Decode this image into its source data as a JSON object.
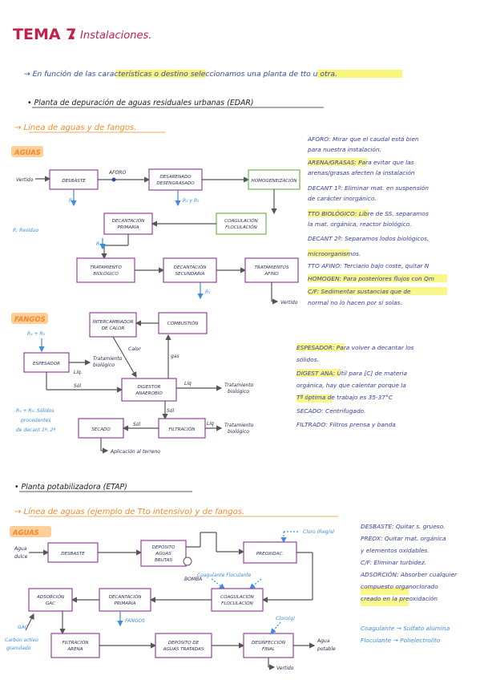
{
  "title": {
    "main": "TEMA 7",
    "colon": ":",
    "sub": "Instalaciones."
  },
  "intro": "→ En función de las características o destino seleccionamos una planta de tto u otra.",
  "section1": {
    "bullet": "• Planta de depuración de aguas residuales urbanas (EDAR)",
    "heading": "→ Línea de aguas y de fangos.",
    "aguas_tag": "AGUAS",
    "fangos_tag": "FANGOS",
    "aguas_boxes": {
      "desbaste": "DESBASTE",
      "desarenado": [
        "DESARENADO",
        "DESENGRASADO"
      ],
      "homogeneizacion": "HOMOGENEIZACIÓN",
      "decantacion_primaria": [
        "DECANTACIÓN",
        "PRIMARIA"
      ],
      "coagulacion": [
        "COAGULACIÓN",
        "FLOCULACIÓN"
      ],
      "tratamiento_biologico": [
        "TRATAMIENTO",
        "BIOLÓGICO"
      ],
      "decantacion_secundaria": [
        "DECANTACIÓN",
        "SECUNDARIA"
      ],
      "tratamientos_afino": [
        "TRATAMIENTOS",
        "AFINO"
      ]
    },
    "aguas_labels": {
      "vertido_in": "Vertido",
      "aforo": "AFORO",
      "r1": "R₁",
      "r2r3": "R₂ y R₃",
      "r4": "R₄",
      "r5": "R₅",
      "vertido_out": "Vertido",
      "legend": "R: Residuo"
    },
    "fangos_boxes": {
      "intercambiador": [
        "INTERCAMBIADOR",
        "DE CALOR"
      ],
      "combustion": "COMBUSTIÓN",
      "espesador": "ESPESADOR",
      "digestor": [
        "DIGESTOR",
        "ANAEROBIO"
      ],
      "secado": "SECADO",
      "filtracion": "FILTRACIÓN"
    },
    "fangos_labels": {
      "r4r5": "R₄ + R₅",
      "tratamiento_biologico": [
        "Tratamiento",
        "biológico"
      ],
      "liq1": "Líq.",
      "sol1": "Sól",
      "calor": "Calor",
      "gas": "gas",
      "liq2": "Líq",
      "tratamiento_biologico2": [
        "Tratamiento",
        "biológico"
      ],
      "sol2": "Sól",
      "liq3": "Líq",
      "tratamiento_biologico3": [
        "Tratamiento",
        "biológico"
      ],
      "aplicacion": "Aplicación al terreno",
      "solidos_note": [
        "R₄ + R₅: Sólidos",
        "procedentes",
        "de decant 1ª, 2ª"
      ]
    },
    "notes_aguas": [
      "AFORO: Mirar que el caudal está bien",
      "para nuestra instalación.",
      "ARENA/GRASAS: Para evitar que las",
      "arenas/grasas afecten la instalación",
      "DECANT 1ª: Eliminar mat. en suspensión",
      "de carácter inorgánico.",
      "TTO BIOLÓGICO: Libre de SS, separamos",
      "la mat. orgánica, reactor biológico.",
      "DECANT 2ª: Separamos lodos biológicos,",
      "microorganismos.",
      "TTO AFINO: Terciario bajo coste, quitar N",
      "HOMOGEN: Para posteriores flujos con Qm",
      "C/F: Sedimentar sustancias que de",
      "normal no lo hacen por sí solas."
    ],
    "notes_fangos": [
      "ESPESADOR: Para volver a decantar los",
      "sólidos.",
      "DIGEST ANA: Útil para [C] de materia",
      "orgánica, hay que calentar porque la",
      "Tª óptima de trabajo es 35-37°C",
      "SECADO: Centrifugado.",
      "FILTRADO: Filtros prensa y banda"
    ]
  },
  "section2": {
    "bullet": "• Planta potabilizadora (ETAP)",
    "heading": "→ Línea de aguas (ejemplo de Tto intensivo) y de fangos.",
    "aguas_tag": "AGUAS",
    "boxes": {
      "desbaste": "DESBASTE",
      "deposito_brutas": [
        "DEPÓSITO",
        "AGUAS",
        "BRUTAS"
      ],
      "preoxidac": "PREOXIDAC.",
      "adsorcion": [
        "ADSORCIÓN",
        "GAC"
      ],
      "decantacion_primaria": [
        "DECANTACIÓN",
        "PRIMARIA"
      ],
      "coagulacion": [
        "COAGULACIÓN",
        "FLOCULACIÓN"
      ],
      "filtracion": [
        "FILTRACIÓN",
        "ARENA"
      ],
      "deposito_tratadas": [
        "DEPÓSITO DE",
        "AGUAS TRATADAS"
      ],
      "desinfeccion": [
        "DESINFECCIÓN",
        "FINAL"
      ]
    },
    "labels": {
      "agua_dulce": [
        "Agua",
        "dulce"
      ],
      "cloro_reg": "Cloro (Reg/a)",
      "bomba": "BOMBA",
      "coag_floc": "Coagulante Floculante",
      "fangos": "FANGOS",
      "gac": "GAC",
      "carbon": [
        "Carbón activo",
        "granulado"
      ],
      "cloro_g": "Cloro(g)",
      "agua_potable": [
        "Agua",
        "potable"
      ],
      "vertido": "Vertido"
    },
    "notes": [
      "DESBASTE: Quitar s. grueso.",
      "PREOX: Quitar mat. orgánica",
      "y elementos oxidables.",
      "C/F: Eliminar turbidez.",
      "ADSORCIÓN: Absorber cualquier",
      "compuesto organoclorado",
      "creado en la preoxidación",
      "",
      "Coagulante → Sulfato alúmina",
      "Floculante → Polielectrolito"
    ]
  },
  "colors": {
    "title": "#c2224a",
    "highlight_yellow": "#f7f25a",
    "highlight_orange": "#ffcf9a",
    "box_purple": "#9a3fa0",
    "box_green": "#6cb94e",
    "note_blue": "#343b9c",
    "arrow_blue": "#3d8de0",
    "heading_orange": "#f08a2c"
  }
}
